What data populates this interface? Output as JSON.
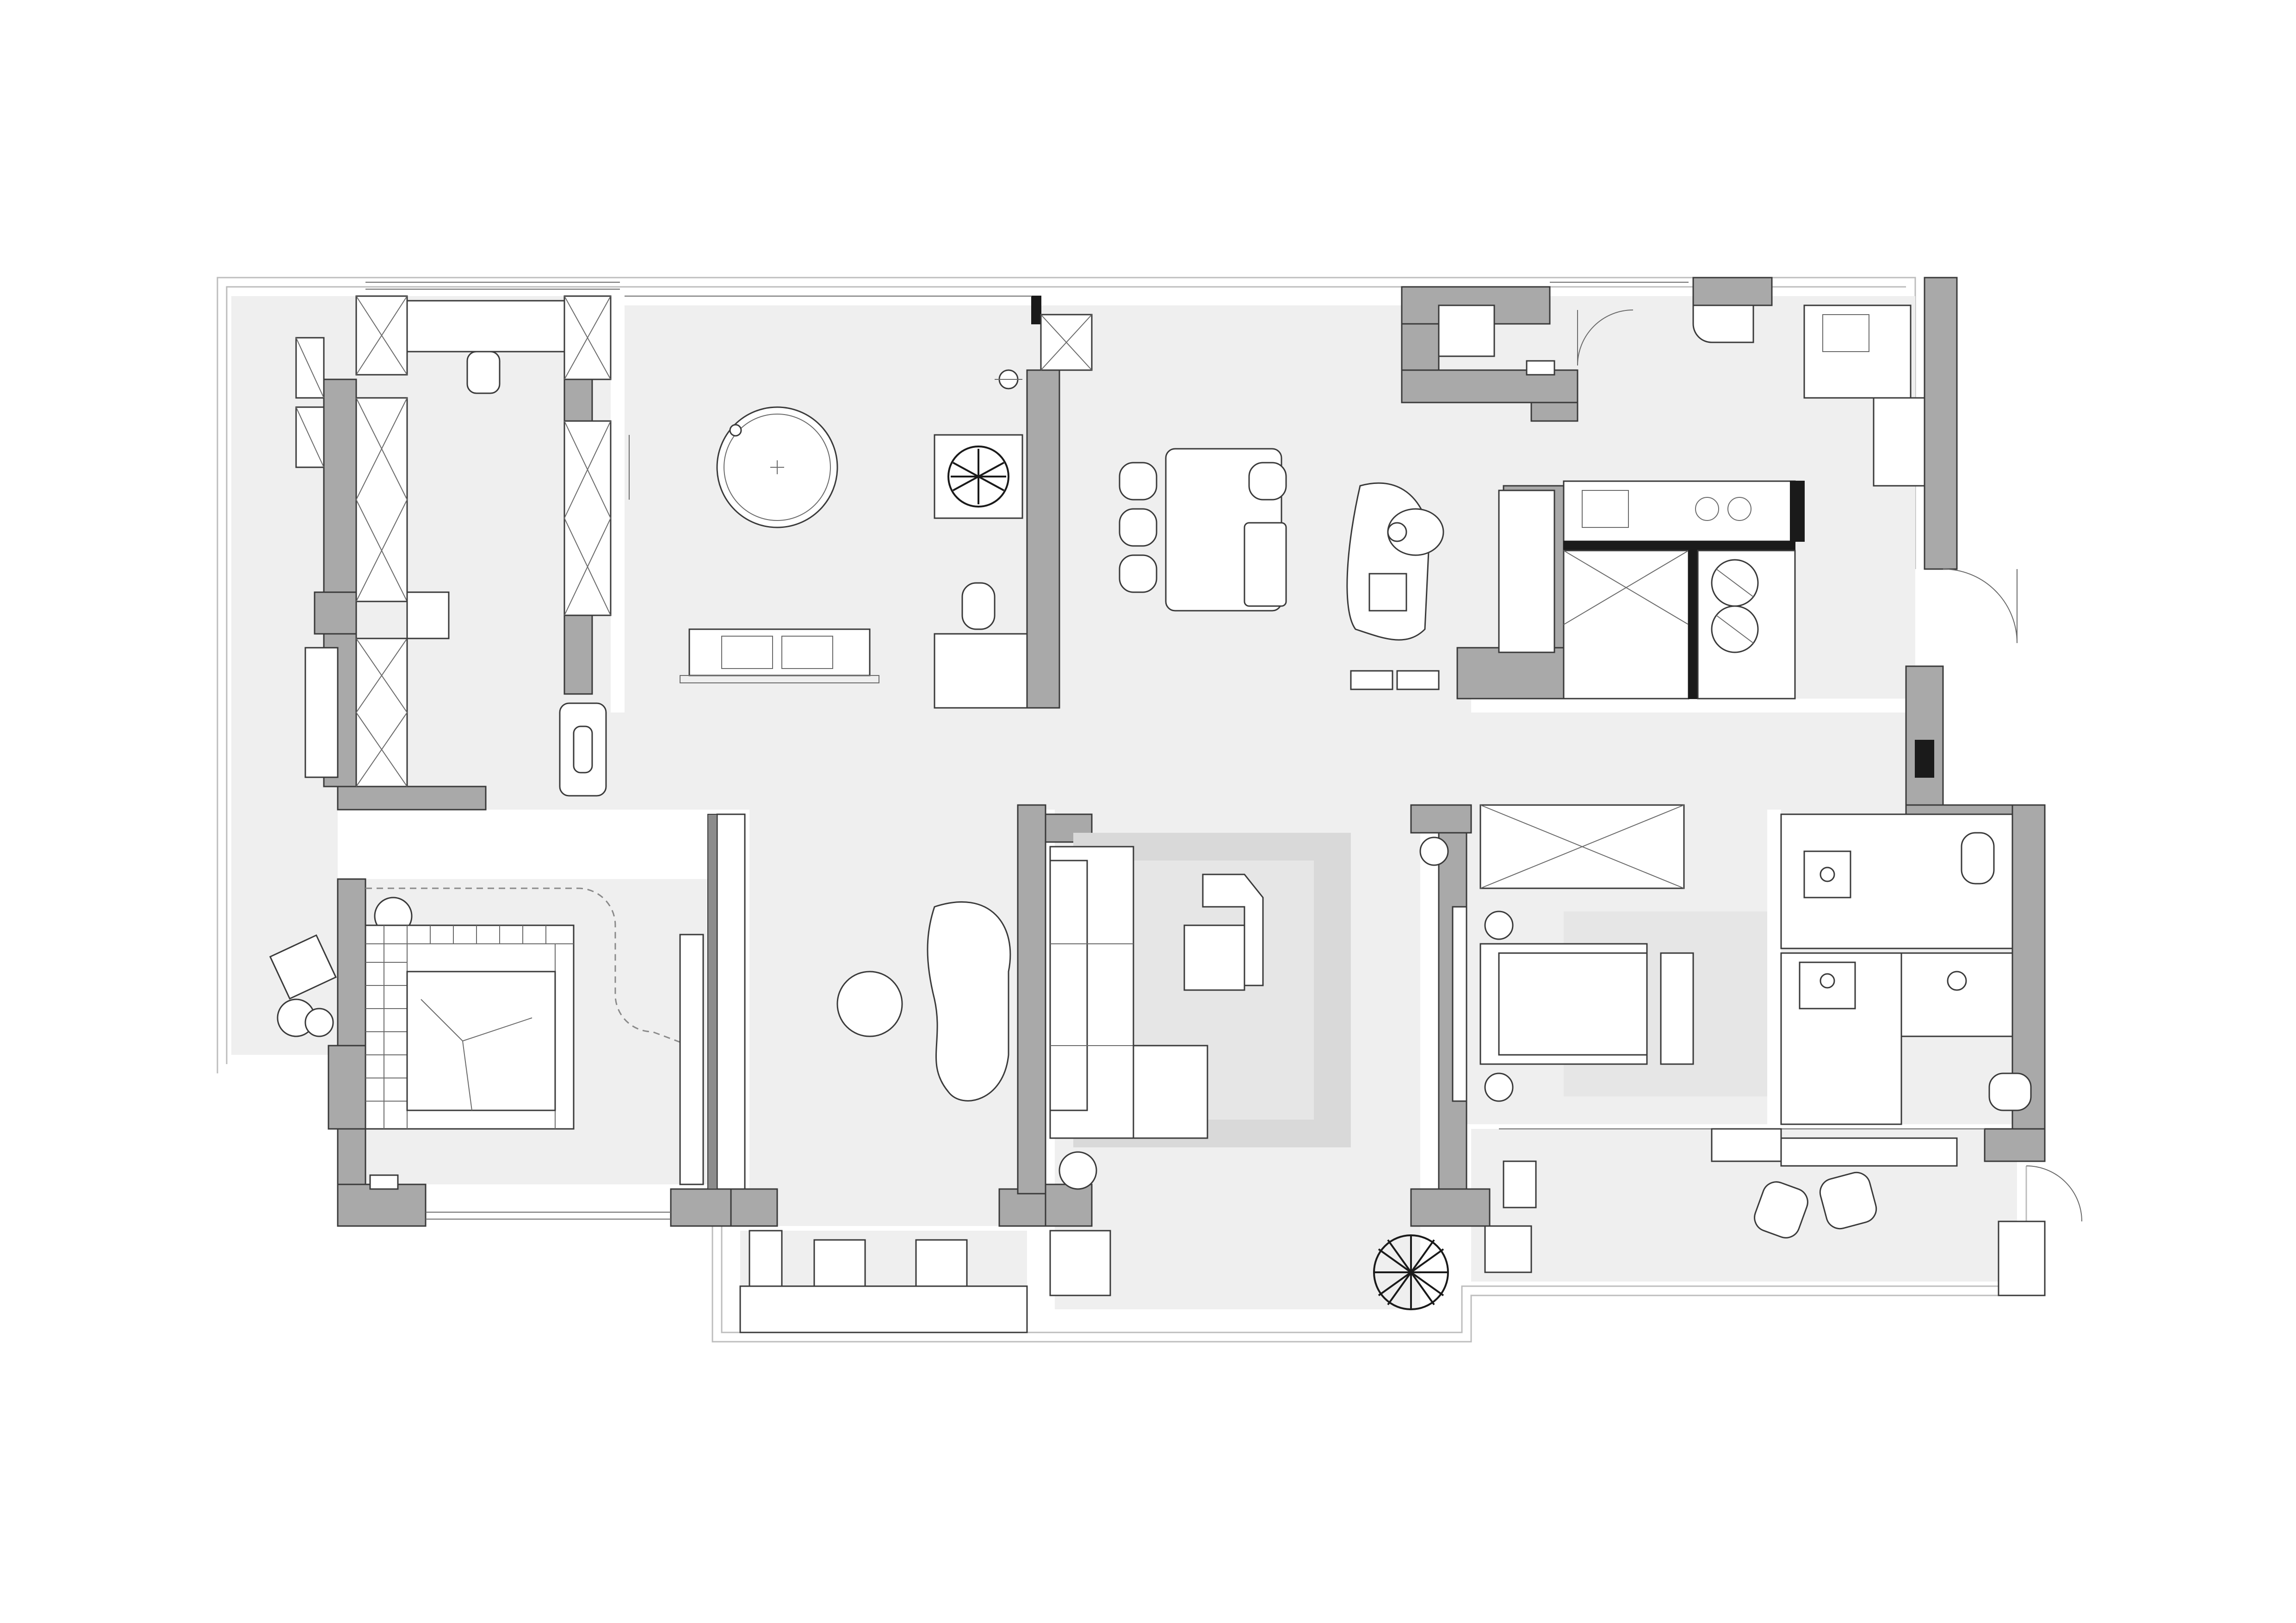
{
  "drawing": {
    "kind": "furnished-floor-plan",
    "text_labels": []
  },
  "colors": {
    "background": "#ffffff",
    "floor": "#efefef",
    "wall": "#a9a9a9",
    "line": "#3a3a3a",
    "rug": "#d9d9d9"
  },
  "rooms": [
    {
      "name": "balcony-left"
    },
    {
      "name": "dressing-corridor"
    },
    {
      "name": "bathroom-round-tub"
    },
    {
      "name": "powder-room"
    },
    {
      "name": "dining-room"
    },
    {
      "name": "kitchen"
    },
    {
      "name": "master-bedroom"
    },
    {
      "name": "study-lounge"
    },
    {
      "name": "living-room"
    },
    {
      "name": "second-bedroom"
    },
    {
      "name": "bathroom-right"
    },
    {
      "name": "balcony-bottom"
    },
    {
      "name": "balcony-right"
    }
  ]
}
